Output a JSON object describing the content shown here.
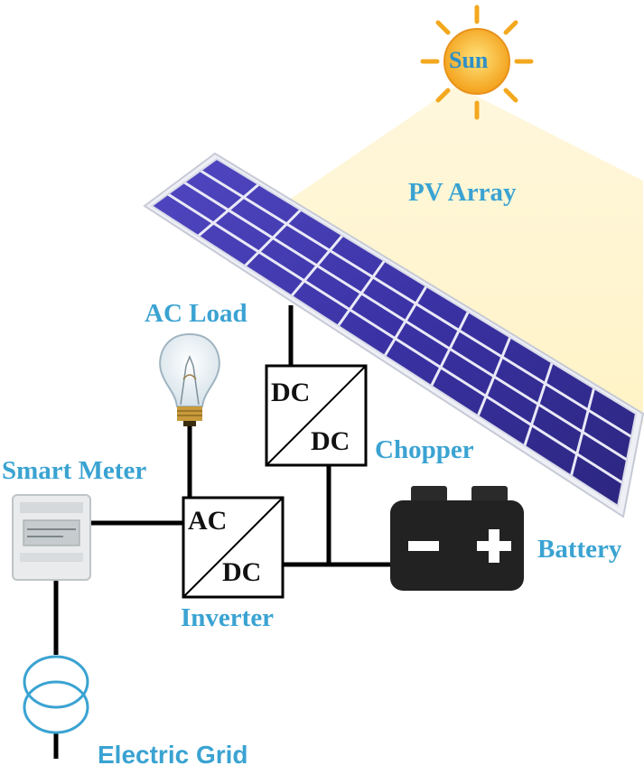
{
  "labels": {
    "sun": "Sun",
    "pv_array": "PV Array",
    "ac_load": "AC Load",
    "smart_meter": "Smart Meter",
    "chopper": "Chopper",
    "battery": "Battery",
    "inverter": "Inverter",
    "electric_grid": "Electric Grid"
  },
  "chopper_box": {
    "top": "DC",
    "bottom": "DC"
  },
  "inverter_box": {
    "top": "AC",
    "bottom": "DC"
  },
  "colors": {
    "label": "#3aa3d2",
    "panel": "#3e36a8",
    "sun": "#f3a81e",
    "battery": "#222222",
    "wire": "#000000"
  }
}
